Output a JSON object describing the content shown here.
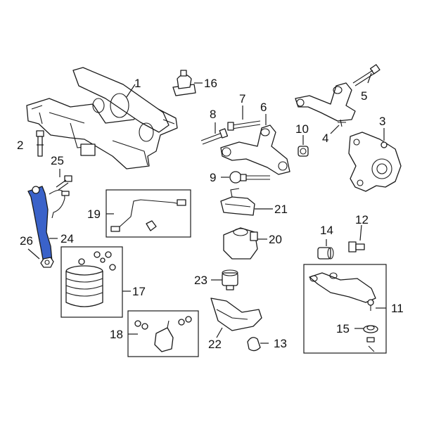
{
  "diagram": {
    "highlight_color": "#3a62c9",
    "highlighted_part": "24",
    "callouts": {
      "c1": "1",
      "c2": "2",
      "c3": "3",
      "c4": "4",
      "c5": "5",
      "c6": "6",
      "c7": "7",
      "c8": "8",
      "c9": "9",
      "c10": "10",
      "c11": "11",
      "c12": "12",
      "c13": "13",
      "c14": "14",
      "c15": "15",
      "c16": "16",
      "c17": "17",
      "c18": "18",
      "c19": "19",
      "c20": "20",
      "c21": "21",
      "c22": "22",
      "c23": "23",
      "c24": "24",
      "c25": "25",
      "c26": "26"
    }
  }
}
